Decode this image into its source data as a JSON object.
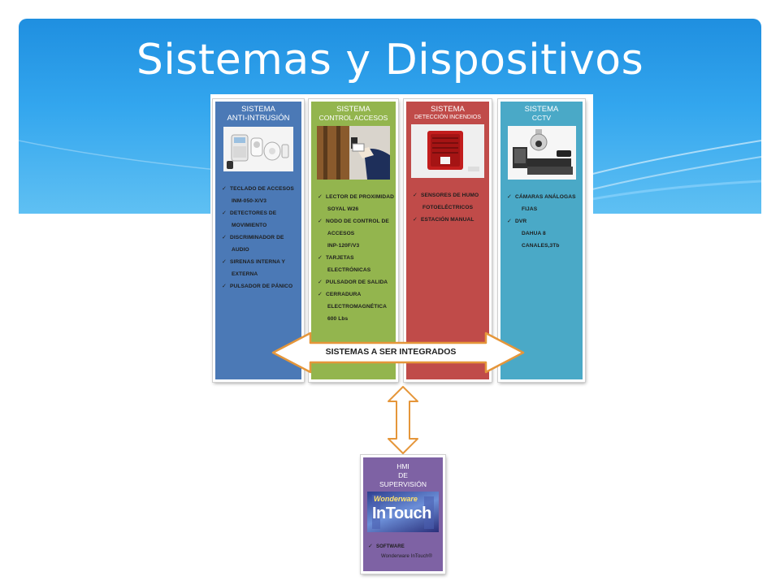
{
  "slide": {
    "title": "Sistemas y Dispositivos"
  },
  "colors": {
    "banner": "#33a6ee",
    "col1": "#4b79b6",
    "col2": "#93b54e",
    "col3": "#c04b49",
    "col4": "#4aa9c7",
    "hmi": "#7e62a4"
  },
  "columns": [
    {
      "title": "SISTEMA",
      "subtitle": "ANTI-INTRUSIÓN",
      "items": [
        [
          "TECLADO DE ACCESOS",
          "INM-050-X/V3"
        ],
        [
          "DETECTORES DE",
          "MOVIMIENTO"
        ],
        [
          "DISCRIMINADOR DE",
          "AUDIO"
        ],
        [
          "SIRENAS INTERNA Y",
          "EXTERNA"
        ],
        [
          "PULSADOR DE PÁNICO"
        ]
      ]
    },
    {
      "title": "SISTEMA",
      "subtitle": "CONTROL ACCESOS",
      "items": [
        [
          "LECTOR DE PROXIMIDAD",
          "SOYAL W26"
        ],
        [
          "NODO DE CONTROL DE",
          "ACCESOS",
          "INP-120F/V3"
        ],
        [
          "TARJETAS",
          "ELECTRÓNICAS"
        ],
        [
          "PULSADOR DE SALIDA"
        ],
        [
          "CERRADURA",
          "ELECTROMAGNÉTICA",
          "600 Lbs"
        ]
      ]
    },
    {
      "title": "SISTEMA",
      "subtitle": "DETECCIÓN INCENDIOS",
      "items": [
        [
          "SENSORES DE HUMO",
          "FOTOELÉCTRICOS"
        ],
        [
          "ESTACIÓN MANUAL"
        ]
      ]
    },
    {
      "title": "SISTEMA",
      "subtitle": "CCTV",
      "items": [
        [
          "CÁMARAS ANÁLOGAS",
          "FIJAS"
        ],
        [
          "DVR",
          "DAHUA 8 CANALES,3Tb"
        ]
      ]
    }
  ],
  "integration_label": "SISTEMAS A SER INTEGRADOS",
  "hmi": {
    "line1": "HMI",
    "line2": "DE",
    "line3": "SUPERVISIÓN",
    "logo_small": "Wonderware",
    "logo_big": "InTouch",
    "items": [
      [
        "SOFTWARE",
        "Wonderware InTouch®"
      ]
    ]
  }
}
